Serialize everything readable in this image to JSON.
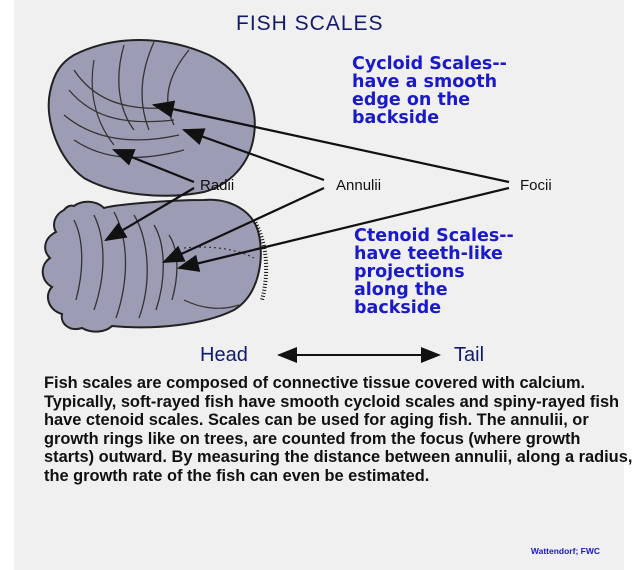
{
  "title": "FISH SCALES",
  "cycloid": {
    "lines": [
      "Cycloid Scales--",
      "have a smooth",
      "edge on the",
      "backside"
    ]
  },
  "ctenoid": {
    "lines": [
      "Ctenoid Scales--",
      "have teeth-like",
      "projections",
      "along the",
      "backside"
    ]
  },
  "labels": {
    "radii": "Radii",
    "annulii": "Annulii",
    "focii": "Focii",
    "head": "Head",
    "tail": "Tail"
  },
  "paragraph": "Fish scales are composed of connective tissue covered with calcium. Typically, soft-rayed fish have smooth cycloid scales and spiny-rayed fish have ctenoid scales. Scales can be used for aging fish. The annulii, or growth rings like on trees, are counted from the focus (where growth starts) outward. By measuring the distance between annulii, along a radius, the growth rate of the fish can even be estimated.",
  "credit": "Wattendorf; FWC",
  "colors": {
    "title": "#111a6b",
    "blue_text": "#1a1ac8",
    "scale_fill": "#9c9cb4",
    "background": "#f0f0f0"
  }
}
